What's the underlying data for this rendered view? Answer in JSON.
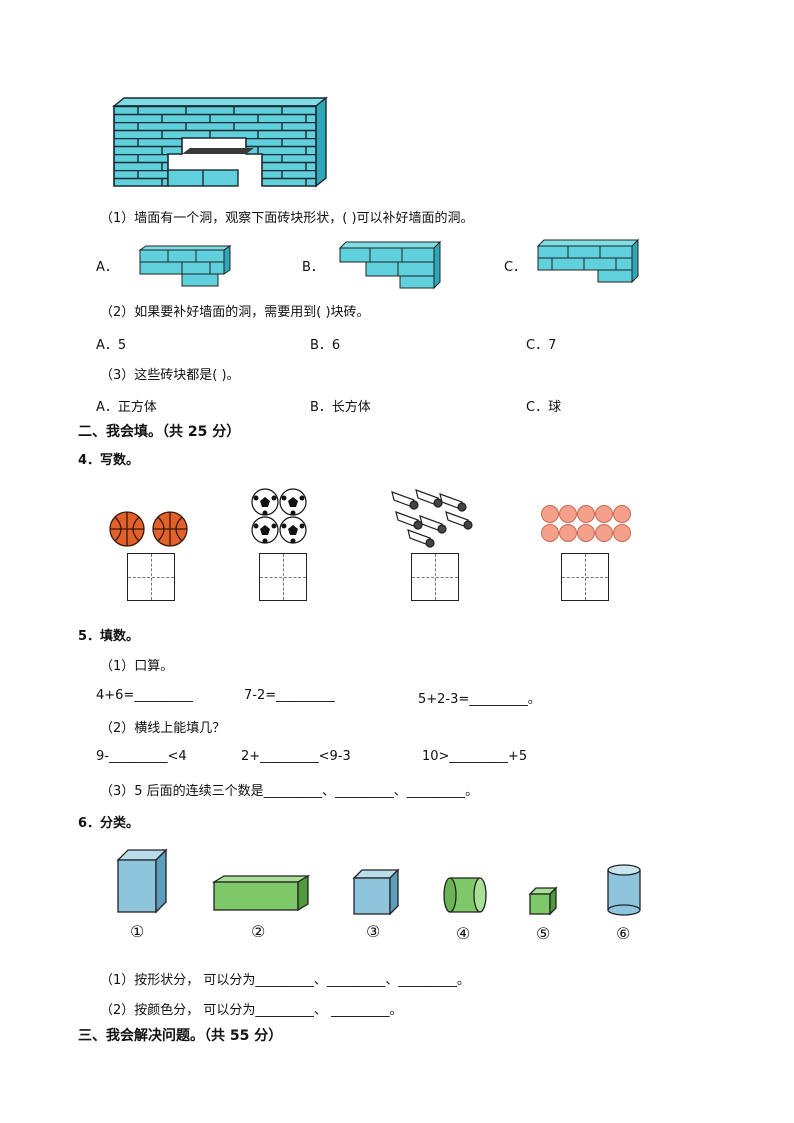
{
  "q3": {
    "s1": "（1）墙面有一个洞，观察下面砖块形状，(      )可以补好墙面的洞。",
    "opt1": [
      "A．",
      "B．",
      "C．"
    ],
    "s2": "（2）如果要补好墙面的洞，需要用到(      )块砖。",
    "opt2": [
      "A．5",
      "B．6",
      "C．7"
    ],
    "s3": "（3）这些砖块都是(      )。",
    "opt3": [
      "A．正方体",
      "B．长方体",
      "C．球"
    ]
  },
  "sec2": "二、我会填。（共 25 分）",
  "q4": {
    "label": "4．写数。"
  },
  "q5": {
    "label": "5．填数。",
    "s1": "（1）口算。",
    "calc": [
      "4+6=_________",
      "7-2=_________",
      "5+2-3=_________。"
    ],
    "s2": "（2）横线上能填几？",
    "ineq": [
      "9-_________<4",
      "2+_________<9-3",
      "10>_________+5"
    ],
    "s3": "（3）5 后面的连续三个数是_________、_________、_________。"
  },
  "q6": {
    "label": "6．分类。",
    "nums": [
      "①",
      "②",
      "③",
      "④",
      "⑤",
      "⑥"
    ],
    "s1": "（1）按形状分， 可以分为_________、_________、_________。",
    "s2": "（2）按颜色分， 可以分为_________、 _________。"
  },
  "sec3": "三、我会解决问题。（共 55 分）",
  "colors": {
    "brick": "#5fd0dc",
    "ball": "#e2612a",
    "dot": "#f4a08a",
    "blue": "#8ec4dc",
    "green": "#7ec86a"
  }
}
